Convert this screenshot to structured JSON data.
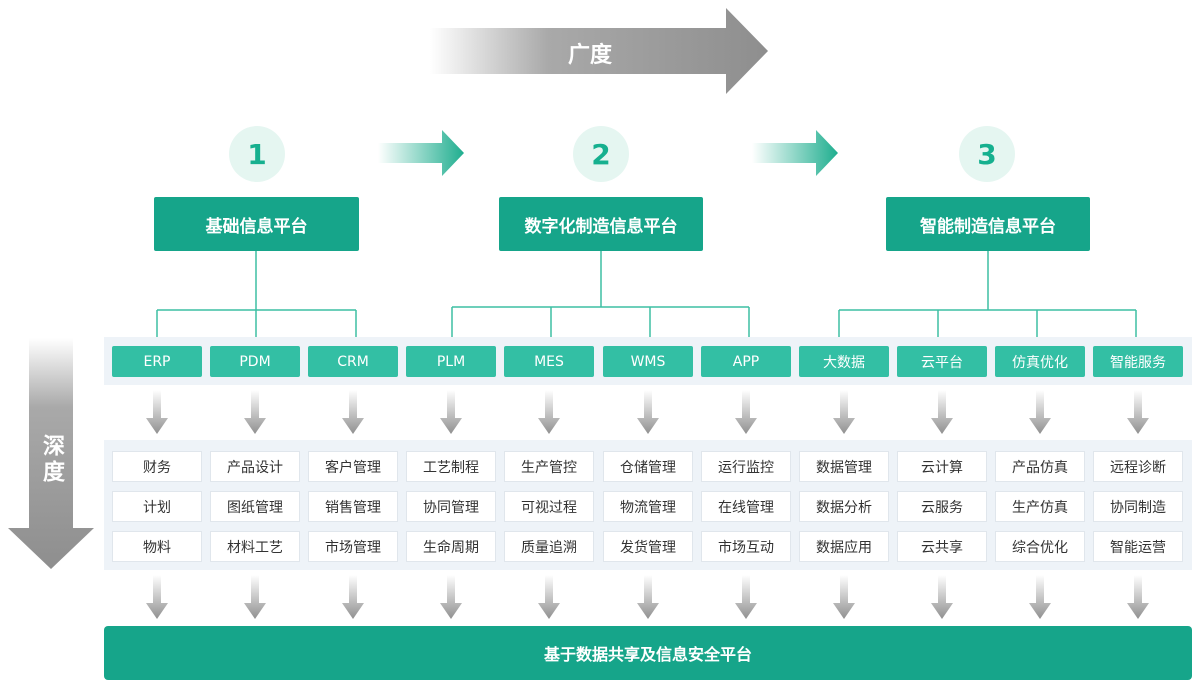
{
  "breadth": {
    "label": "广度"
  },
  "depth": {
    "label": "深度"
  },
  "stages": [
    {
      "number": "1",
      "platform": "基础信息平台"
    },
    {
      "number": "2",
      "platform": "数字化制造信息平台"
    },
    {
      "number": "3",
      "platform": "智能制造信息平台"
    }
  ],
  "columns": [
    {
      "category": "ERP",
      "items": [
        "财务",
        "计划",
        "物料"
      ]
    },
    {
      "category": "PDM",
      "items": [
        "产品设计",
        "图纸管理",
        "材料工艺"
      ]
    },
    {
      "category": "CRM",
      "items": [
        "客户管理",
        "销售管理",
        "市场管理"
      ]
    },
    {
      "category": "PLM",
      "items": [
        "工艺制程",
        "协同管理",
        "生命周期"
      ]
    },
    {
      "category": "MES",
      "items": [
        "生产管控",
        "可视过程",
        "质量追溯"
      ]
    },
    {
      "category": "WMS",
      "items": [
        "仓储管理",
        "物流管理",
        "发货管理"
      ]
    },
    {
      "category": "APP",
      "items": [
        "运行监控",
        "在线管理",
        "市场互动"
      ]
    },
    {
      "category": "大数据",
      "items": [
        "数据管理",
        "数据分析",
        "数据应用"
      ]
    },
    {
      "category": "云平台",
      "items": [
        "云计算",
        "云服务",
        "云共享"
      ]
    },
    {
      "category": "仿真优化",
      "items": [
        "产品仿真",
        "生产仿真",
        "综合优化"
      ]
    },
    {
      "category": "智能服务",
      "items": [
        "远程诊断",
        "协同制造",
        "智能运营"
      ]
    }
  ],
  "base_platform": {
    "label": "基于数据共享及信息安全平台"
  },
  "colors": {
    "accent": "#16a58a",
    "category": "#33bfa4",
    "circle_bg": "#e5f6f1",
    "arrow_gray": "#999999"
  }
}
